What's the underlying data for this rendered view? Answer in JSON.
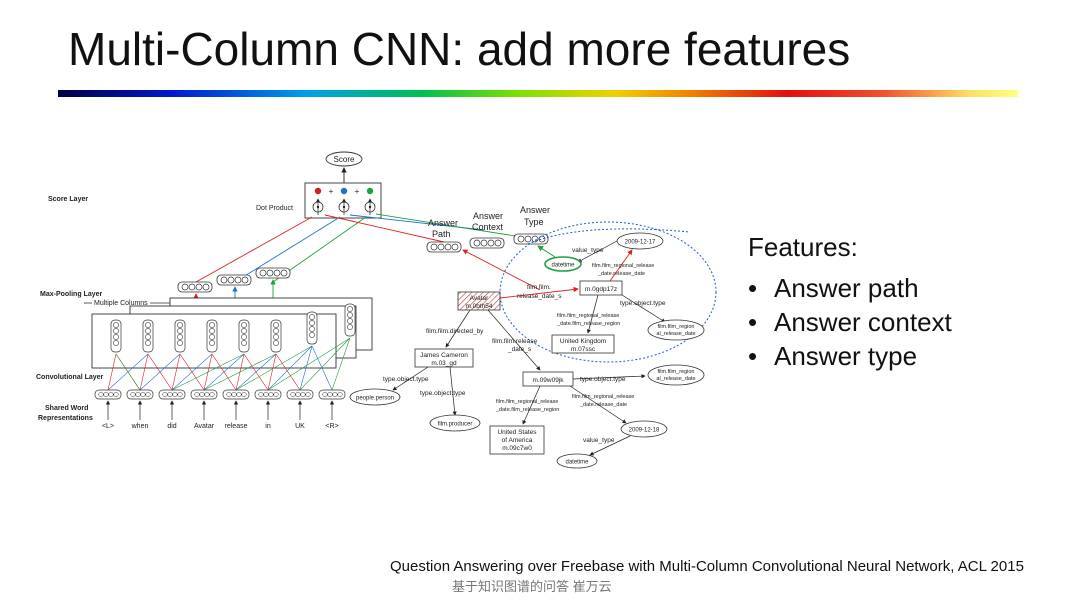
{
  "slide": {
    "title": "Multi-Column CNN: add more features",
    "features_heading": "Features:",
    "features": [
      "Answer path",
      "Answer context",
      "Answer type"
    ],
    "citation": "Question Answering over Freebase with Multi-Column Convolutional Neural Network, ACL 2015",
    "author": "基于知识图谱的问答 崔万云"
  },
  "diagram": {
    "score": "Score",
    "dot_product": "Dot Product",
    "layers": {
      "score": "Score Layer",
      "max_pooling": "Max-Pooling Layer",
      "multiple_columns": "Multiple Columns",
      "convolutional": "Convolutional Layer",
      "shared_word_1": "Shared Word",
      "shared_word_2": "Representations"
    },
    "answer_labels": {
      "path_1": "Answer",
      "path_2": "Path",
      "context_1": "Answer",
      "context_2": "Context",
      "type_1": "Answer",
      "type_2": "Type"
    },
    "words": [
      "<L>",
      "when",
      "did",
      "Avatar",
      "release",
      "in",
      "UK",
      "<R>"
    ],
    "graph": {
      "avatar_1": "Avatar",
      "avatar_2": "m.0bth54",
      "release_date_1": "film.film.",
      "release_date_2": "release_date_s",
      "m_0gdp17z": "m.0gdp17z",
      "date_2009_12_17": "2009-12-17",
      "value_type_1": "value_type",
      "datetime_1": "datetime",
      "regional_release_1": "film.film_regional_release",
      "regional_release_2": "_date.release_date",
      "type_object_type_1": "type.object.type",
      "film_region_a_1": "film.film_region",
      "film_region_a_2": "al_release_date",
      "regional_region_1": "film.film_regional_release",
      "regional_region_2": "_date.film_release_region",
      "directed_by": "film.film.directed_by",
      "release_date_s_1": "film.film.release",
      "release_date_s_2": "_date_s",
      "uk_1": "United Kingdom",
      "uk_2": "m.07ssc",
      "cameron_1": "James Cameron",
      "cameron_2": "m.03_gd",
      "type_object_type_2": "type.object.type",
      "people_person": "people.person",
      "type_object_type_3": "type.object.type",
      "film_producer": "film.producer",
      "m_09w09jk": "m.09w09jk",
      "type_object_type_4": "type.object.type",
      "film_region_b_1": "film.film_region",
      "film_region_b_2": "al_release_date",
      "regional_region_b_1": "film.film_regional_release",
      "regional_region_b_2": "_date.film_release_region",
      "regional_release_b_1": "film.film_regional_release",
      "regional_release_b_2": "_date.release_date",
      "usa_1": "United States",
      "usa_2": "of America",
      "usa_3": "m.09c7w0",
      "date_2009_12_18": "2009-12-18",
      "value_type_2": "value_type",
      "datetime_2": "datetime"
    }
  }
}
